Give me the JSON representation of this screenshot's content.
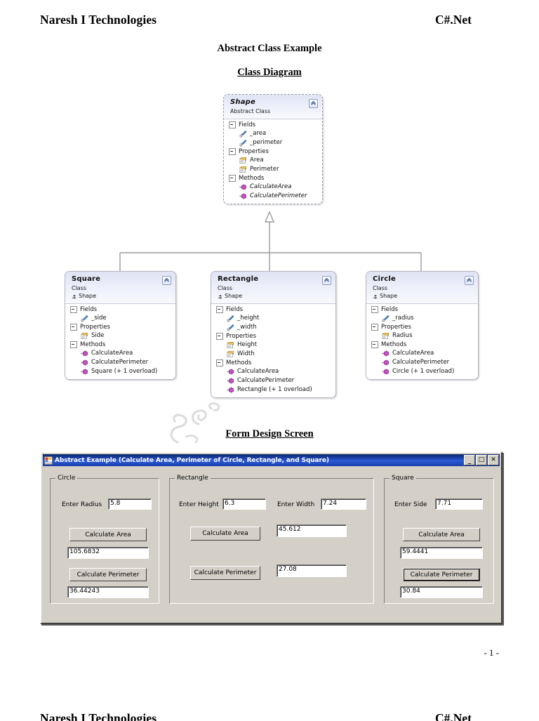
{
  "header": {
    "left": "Naresh I Technologies",
    "right": "C#.Net"
  },
  "titles": {
    "document_title": "Abstract Class Example",
    "class_diagram": "Class Diagram",
    "form_design": "Form Design Screen"
  },
  "class_diagram": {
    "section_labels": {
      "fields": "Fields",
      "properties": "Properties",
      "methods": "Methods"
    },
    "classes": [
      {
        "name": "Shape",
        "kind": "Abstract Class",
        "base": null,
        "abstract": true,
        "fields": [
          "_area",
          "_perimeter"
        ],
        "properties": [
          "Area",
          "Perimeter"
        ],
        "methods": [
          "CalculateArea",
          "CalculatePerimeter"
        ]
      },
      {
        "name": "Square",
        "kind": "Class",
        "base": "Shape",
        "abstract": false,
        "fields": [
          "_side"
        ],
        "properties": [
          "Side"
        ],
        "methods": [
          "CalculateArea",
          "CalculatePerimeter",
          "Square (+ 1 overload)"
        ]
      },
      {
        "name": "Rectangle",
        "kind": "Class",
        "base": "Shape",
        "abstract": false,
        "fields": [
          "_height",
          "_width"
        ],
        "properties": [
          "Height",
          "Width"
        ],
        "methods": [
          "CalculateArea",
          "CalculatePerimeter",
          "Rectangle (+ 1 overload)"
        ]
      },
      {
        "name": "Circle",
        "kind": "Class",
        "base": "Shape",
        "abstract": false,
        "fields": [
          "_radius"
        ],
        "properties": [
          "Radius"
        ],
        "methods": [
          "CalculateArea",
          "CalculatePerimeter",
          "Circle (+ 1 overload)"
        ]
      }
    ],
    "icons": {
      "collapse": "collapse-chevron-icon",
      "field": "field-icon",
      "property": "property-icon",
      "method": "method-icon",
      "inheritance": "inheritance-arrow-icon"
    }
  },
  "form": {
    "window_title": "Abstract Example (Calculate Area, Perimeter of Circle, Rectangle, and Square)",
    "window_icon": "vs-form-icon",
    "window_buttons": {
      "minimize": "_",
      "maximize": "□",
      "close": "✕"
    },
    "groups": {
      "circle": {
        "title": "Circle",
        "radius_label": "Enter Radius",
        "radius_value": "5.8",
        "area_button": "Calculate Area",
        "area_value": "105.6832",
        "perimeter_button": "Calculate Perimeter",
        "perimeter_value": "36.44243"
      },
      "rectangle": {
        "title": "Rectangle",
        "height_label": "Enter Height",
        "height_value": "6.3",
        "width_label": "Enter Width",
        "width_value": "7.24",
        "area_button": "Calculate Area",
        "area_value": "45.612",
        "perimeter_button": "Calculate Perimeter",
        "perimeter_value": "27.08"
      },
      "square": {
        "title": "Square",
        "side_label": "Enter Side",
        "side_value": "7.71",
        "area_button": "Calculate Area",
        "area_value": "59.4441",
        "perimeter_button": "Calculate Perimeter",
        "perimeter_value": "30.84"
      }
    }
  },
  "footer": {
    "page_number": "- 1 -"
  },
  "next_page_header": {
    "left": "Naresh I Technologies",
    "right": "C#.Net"
  },
  "colors": {
    "title_bar_start": "#0a246a",
    "title_bar_end": "#1b3fa8",
    "form_face": "#d4d0c8",
    "uml_header_start": "#dfe3f3",
    "uml_header_end": "#f8f9fd",
    "uml_border": "#b6b6c6"
  }
}
